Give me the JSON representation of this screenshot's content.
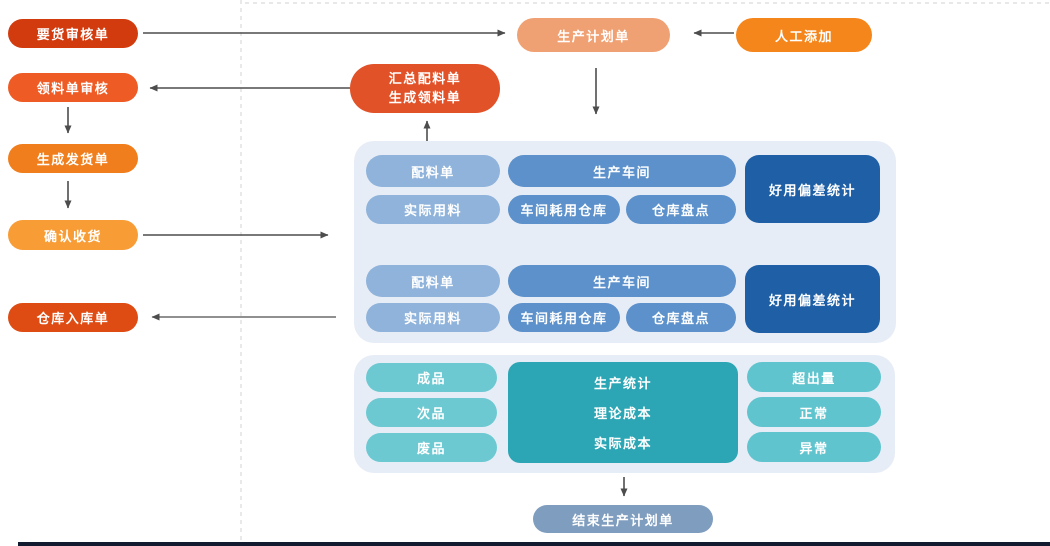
{
  "colors": {
    "demand_review": "#D23B0E",
    "picking_review": "#EF5B24",
    "create_shipment": "#F07E1C",
    "confirm_receipt": "#F89C36",
    "warehouse_inbound": "#DE4C13",
    "summary_node": "#E25229",
    "production_plan": "#F0A173",
    "manual_add": "#F5861C",
    "panel_bg": "#E7EDF6",
    "pill_light_blue": "#8FB3DA",
    "pill_mid_blue": "#5C91CB",
    "box_dark_blue": "#1E5FA5",
    "pill_light_teal": "#6CC9D2",
    "pill_right_teal": "#5FC4CE",
    "box_teal": "#2CA6B4",
    "end_node": "#7F9DBE",
    "arrow": "#4D4D4D",
    "guide_dash": "#DADADA",
    "bottom_bar": "#111A2E"
  },
  "left_flow": {
    "demand_review": "要货审核单",
    "picking_review": "领料单审核",
    "create_shipment": "生成发货单",
    "confirm_receipt": "确认收货",
    "warehouse_inbound": "仓库入库单"
  },
  "plan_flow": {
    "production_plan": "生产计划单",
    "manual_add": "人工添加",
    "summary_line1": "汇总配料单",
    "summary_line2": "生成领料单"
  },
  "workshop_panel": {
    "groups": [
      {
        "batching_list": "配料单",
        "workshop": "生产车间",
        "actual_usage": "实际用料",
        "workshop_consume_warehouse": "车间耗用仓库",
        "stocktake": "仓库盘点",
        "deviation_stats": "好用偏差统计"
      },
      {
        "batching_list": "配料单",
        "workshop": "生产车间",
        "actual_usage": "实际用料",
        "workshop_consume_warehouse": "车间耗用仓库",
        "stocktake": "仓库盘点",
        "deviation_stats": "好用偏差统计"
      }
    ]
  },
  "stats_panel": {
    "outputs": [
      "成品",
      "次品",
      "废品"
    ],
    "center_lines": [
      "生产统计",
      "理论成本",
      "实际成本"
    ],
    "judgements": [
      "超出量",
      "正常",
      "异常"
    ]
  },
  "end_flow": {
    "end_plan": "结束生产计划单"
  }
}
